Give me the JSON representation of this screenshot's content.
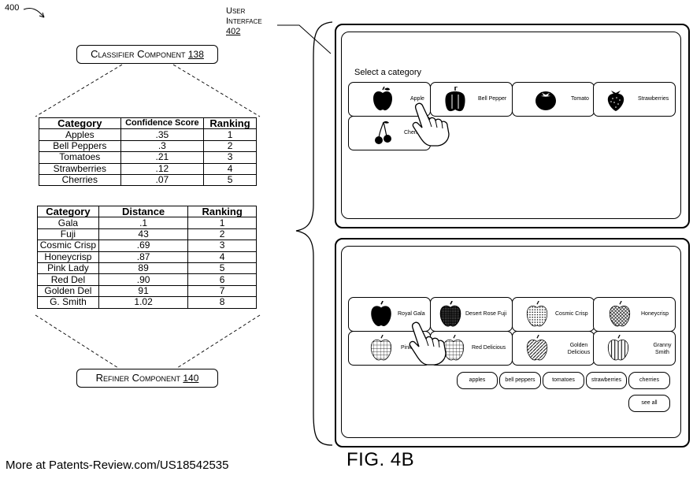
{
  "figure_ref": "400",
  "ui_label": {
    "line1": "User",
    "line2": "Interface",
    "ref": "402"
  },
  "classifier": {
    "label": "Classifier Component",
    "ref": "138"
  },
  "refiner": {
    "label": "Refiner Component",
    "ref": "140"
  },
  "table1": {
    "headers": [
      "Category",
      "Confidence Score",
      "Ranking"
    ],
    "rows": [
      [
        "Apples",
        ".35",
        "1"
      ],
      [
        "Bell Peppers",
        ".3",
        "2"
      ],
      [
        "Tomatoes",
        ".21",
        "3"
      ],
      [
        "Strawberries",
        ".12",
        "4"
      ],
      [
        "Cherries",
        ".07",
        "5"
      ]
    ]
  },
  "table2": {
    "headers": [
      "Category",
      "Distance",
      "Ranking"
    ],
    "rows": [
      [
        "Gala",
        ".1",
        "1"
      ],
      [
        "Fuji",
        "43",
        "2"
      ],
      [
        "Cosmic Crisp",
        ".69",
        "3"
      ],
      [
        "Honeycrisp",
        ".87",
        "4"
      ],
      [
        "Pink Lady",
        "89",
        "5"
      ],
      [
        "Red Del",
        ".90",
        "6"
      ],
      [
        "Golden Del",
        "91",
        "7"
      ],
      [
        "G. Smith",
        "1.02",
        "8"
      ]
    ]
  },
  "top_panel": {
    "prompt": "Select a category",
    "tiles": [
      "Apple",
      "Bell Pepper",
      "Tomato",
      "Strawberries",
      "Cherries"
    ]
  },
  "bottom_panel": {
    "tiles": [
      "Royal Gala",
      "Desert Rose Fuji",
      "Cosmic Crisp",
      "Honeycrisp",
      "Pink",
      "Red Delicious",
      "Golden Delicious",
      "Granny Smith"
    ],
    "pills": [
      "apples",
      "bell peppers",
      "tomatoes",
      "strawberries",
      "cherries"
    ],
    "see_all": "see all"
  },
  "footer": "More at Patents-Review.com/US18542535",
  "fig_label": "FIG. 4B"
}
